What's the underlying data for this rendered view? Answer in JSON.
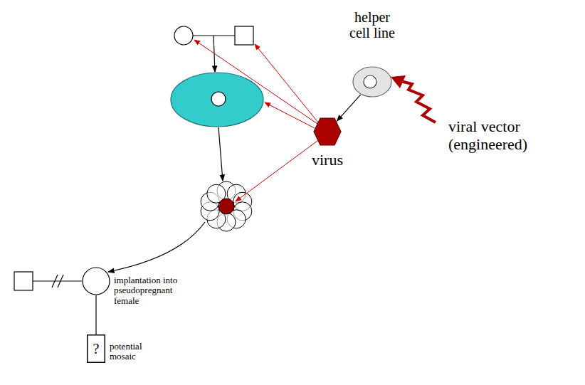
{
  "diagram": {
    "nodes": [
      {
        "text": [
          "helper cell line"
        ]
      },
      {
        "text": [
          "virus"
        ]
      },
      {
        "text": [
          "implantation into pseudopregnant female"
        ]
      },
      {
        "text": [
          "?",
          "potential mosaic"
        ]
      }
    ],
    "edges": [
      {
        "from": 0,
        "to": 1,
        "arrow": "to"
      },
      {
        "from": 2,
        "to": 3,
        "arrow": "none"
      }
    ],
    "labels": [
      "viral vector (engineered)"
    ]
  }
}
